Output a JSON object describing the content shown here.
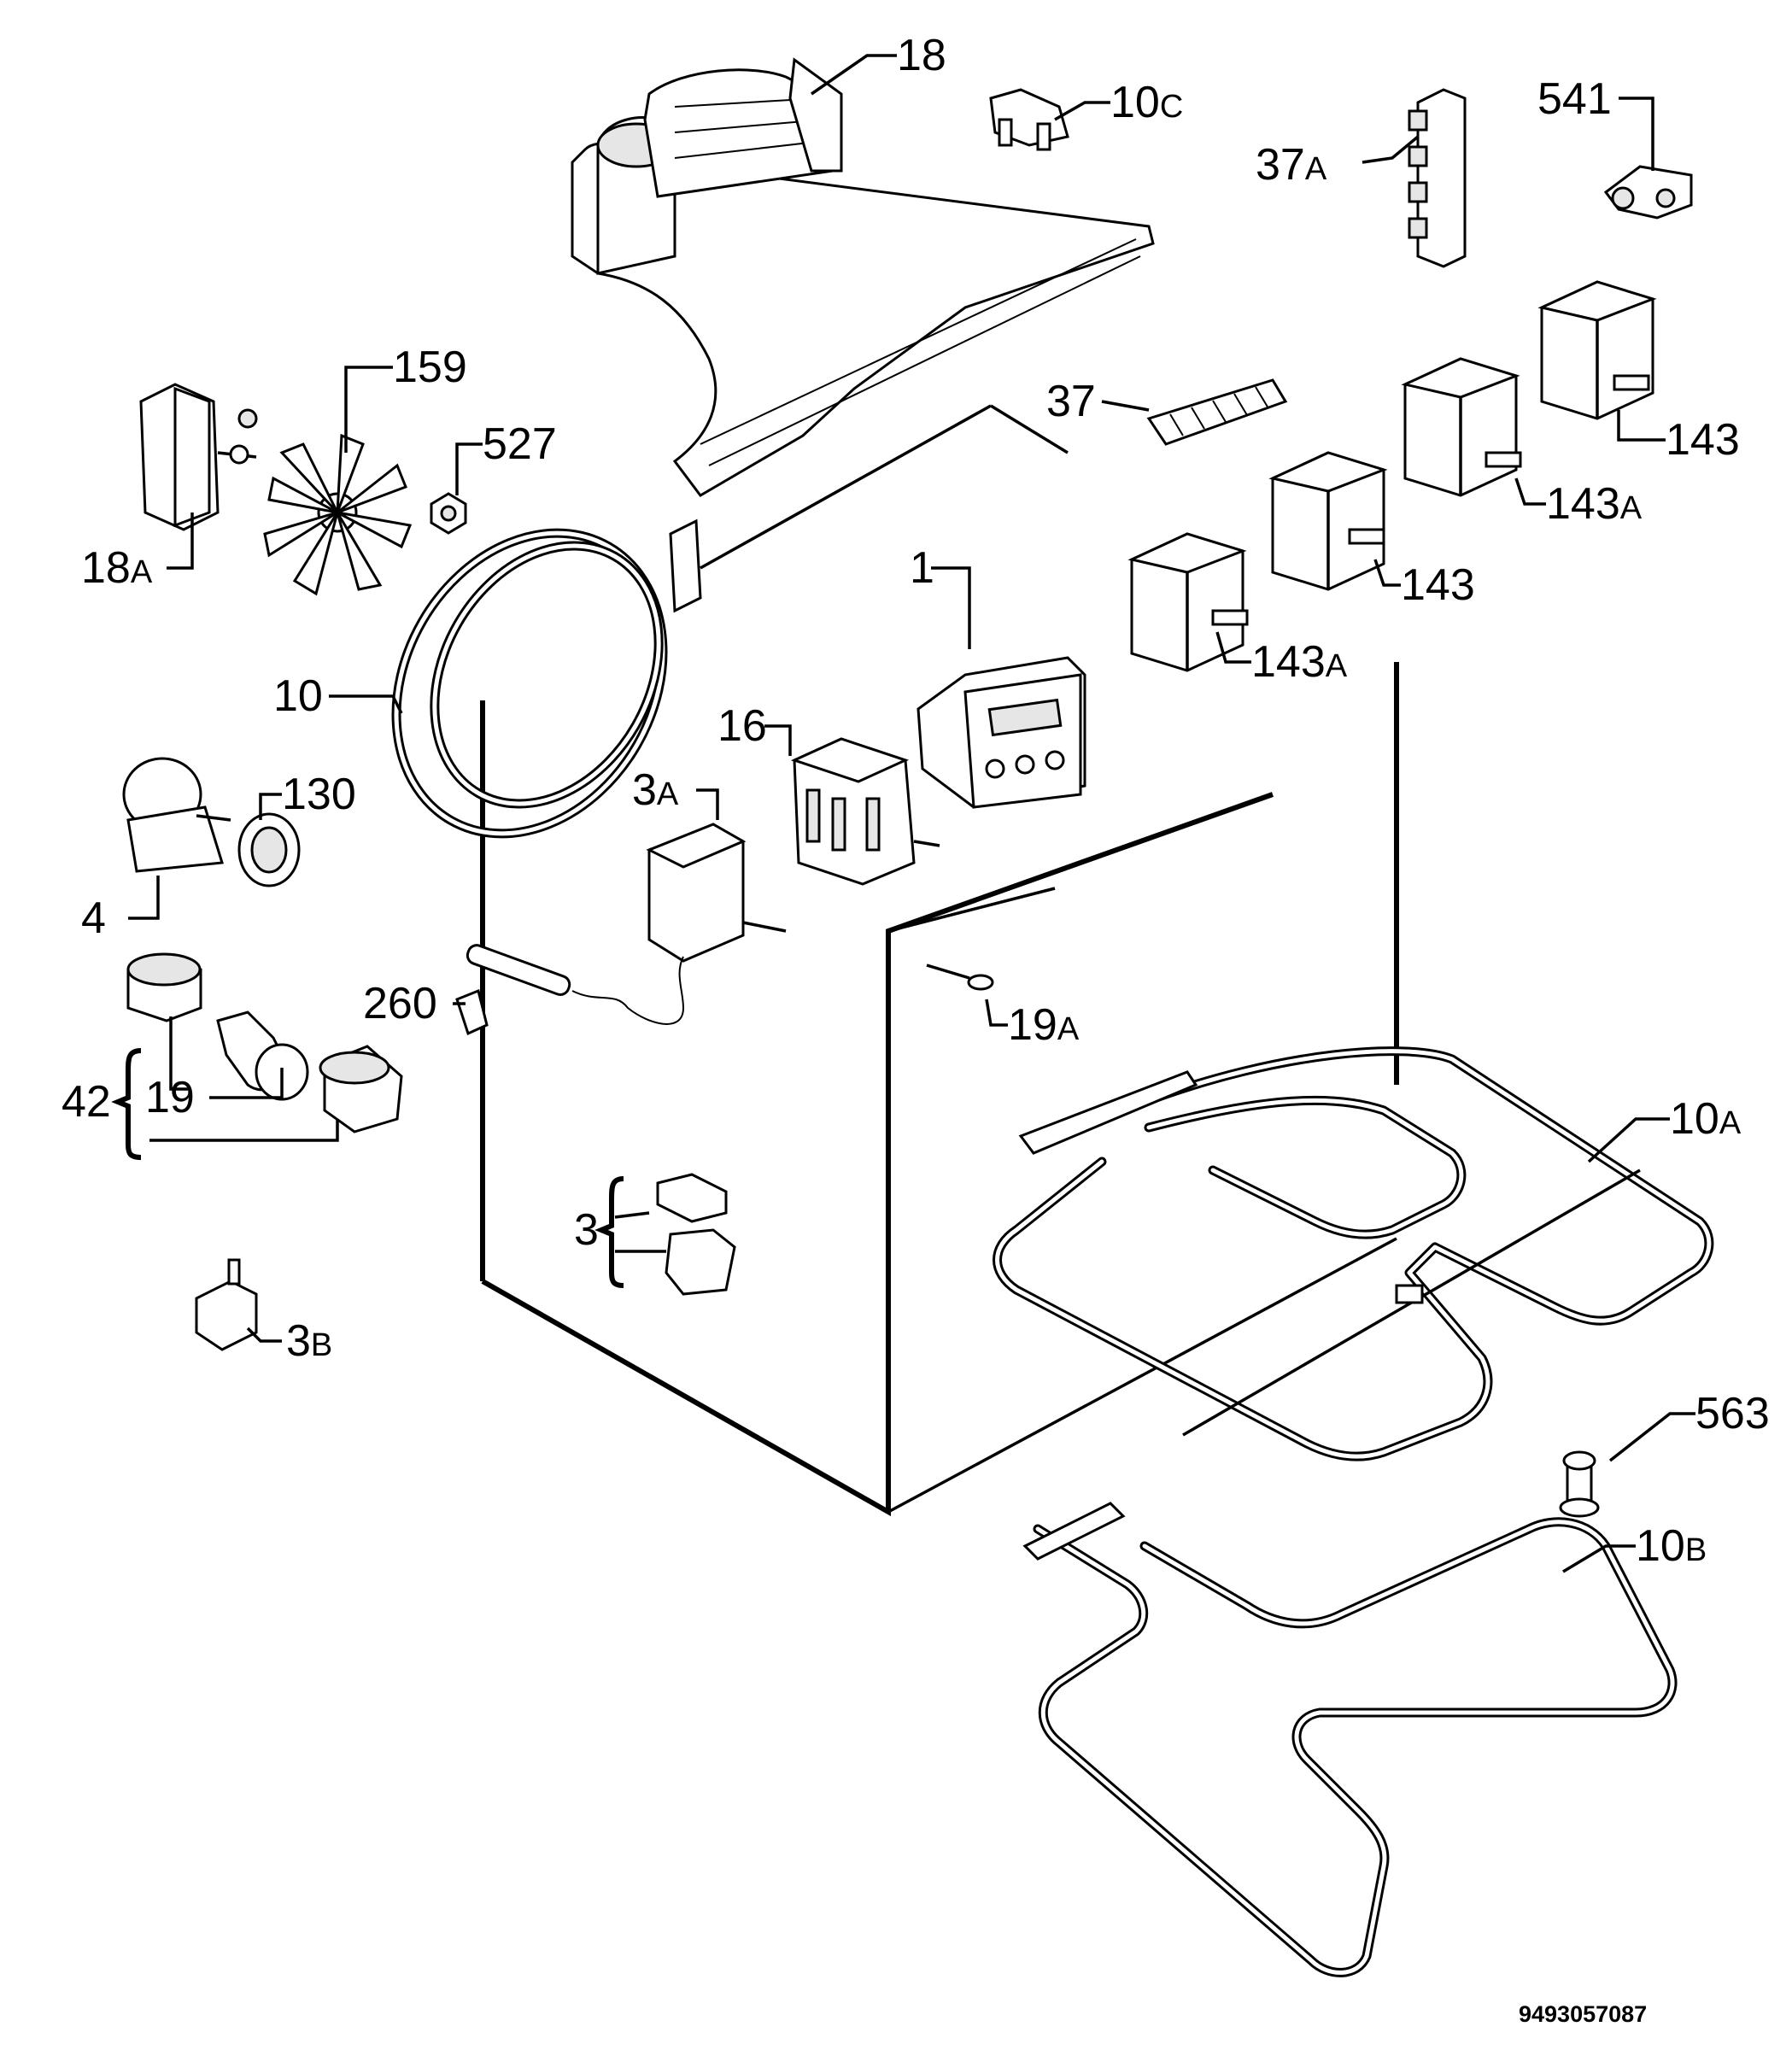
{
  "labels": {
    "p18": "18",
    "p10c_num": "10",
    "p10c_sfx": "C",
    "p37a_num": "37",
    "p37a_sfx": "A",
    "p541": "541",
    "p159": "159",
    "p527": "527",
    "p37": "37",
    "p143_top": "143",
    "p143a_top_num": "143",
    "p143a_top_sfx": "A",
    "p18a_num": "18",
    "p18a_sfx": "A",
    "p143_mid": "143",
    "p1": "1",
    "p143a_mid_num": "143",
    "p143a_mid_sfx": "A",
    "p10": "10",
    "p16": "16",
    "p3a_num": "3",
    "p3a_sfx": "A",
    "p130": "130",
    "p4": "4",
    "p260": "260",
    "p19a_num": "19",
    "p19a_sfx": "A",
    "p19": "19",
    "p42": "42",
    "p10a_num": "10",
    "p10a_sfx": "A",
    "p3": "3",
    "p3b_num": "3",
    "p3b_sfx": "B",
    "p563": "563",
    "p10b_num": "10",
    "p10b_sfx": "B"
  },
  "document_number": "9493057087"
}
